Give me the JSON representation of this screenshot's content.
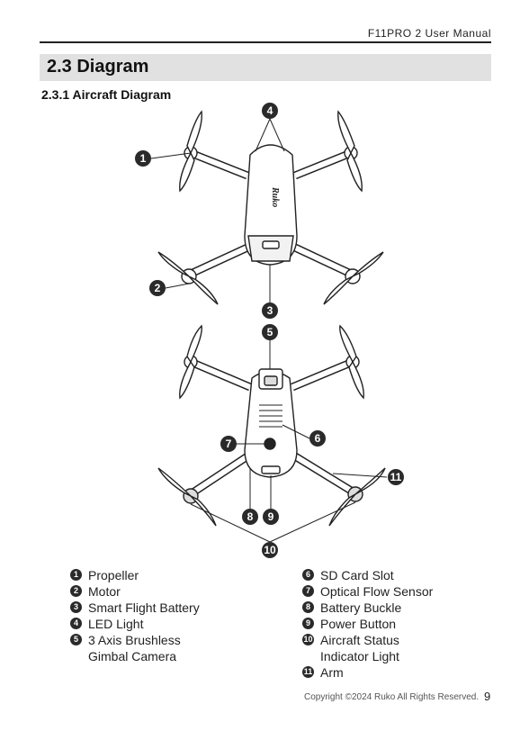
{
  "header": {
    "manual_title": "F11PRO 2 User Manual"
  },
  "section": {
    "title": "2.3 Diagram"
  },
  "subsection": {
    "title": "2.3.1 Aircraft Diagram"
  },
  "callouts": [
    "1",
    "2",
    "3",
    "4",
    "5",
    "6",
    "7",
    "8",
    "9",
    "10",
    "11"
  ],
  "legend_left": [
    {
      "num": "1",
      "text": "Propeller"
    },
    {
      "num": "2",
      "text": "Motor"
    },
    {
      "num": "3",
      "text": "Smart Flight Battery"
    },
    {
      "num": "4",
      "text": "LED Light"
    },
    {
      "num": "5",
      "text": "3 Axis Brushless\nGimbal Camera"
    }
  ],
  "legend_right": [
    {
      "num": "6",
      "text": "SD Card Slot"
    },
    {
      "num": "7",
      "text": "Optical Flow Sensor"
    },
    {
      "num": "8",
      "text": "Battery Buckle"
    },
    {
      "num": "9",
      "text": "Power Button"
    },
    {
      "num": "10",
      "text": "Aircraft Status\nIndicator Light"
    },
    {
      "num": "11",
      "text": "Arm"
    }
  ],
  "brand_logo": "Ruko",
  "footer": {
    "copyright": "Copyright ©2024 Ruko All Rights Reserved.",
    "page_number": "9"
  }
}
